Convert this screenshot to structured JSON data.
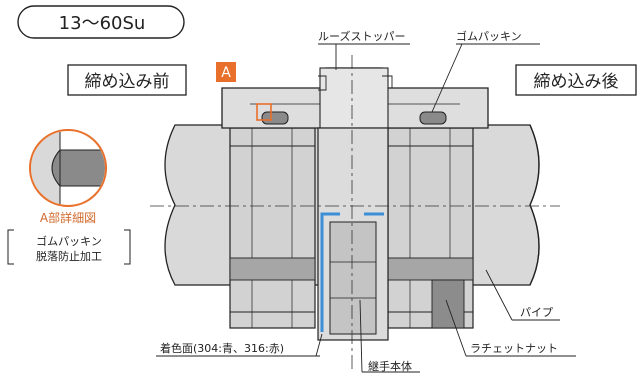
{
  "size_label": "13〜60Su",
  "state_before": "締め込み前",
  "state_after": "締め込み後",
  "marker_a": "A",
  "detail": {
    "title": "A部詳細図",
    "line1": "ゴムパッキン",
    "line2": "脱落防止加工"
  },
  "labels": {
    "loose_stopper": "ルーズストッパー",
    "rubber_packing": "ゴムパッキン",
    "pipe": "パイプ",
    "ratchet_nut": "ラチェットナット",
    "colored_face": "着色面(304:青、316:赤)",
    "joint_body": "継手本体"
  },
  "colors": {
    "accent_orange": "#e8702a",
    "blue_line": "#3a8fd8",
    "metal_fill": "#d9d9d9",
    "dark_fill": "#8c8c8c",
    "outline": "#222222"
  }
}
